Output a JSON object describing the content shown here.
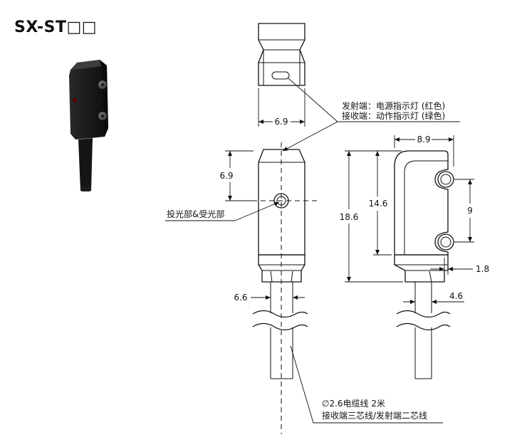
{
  "title": "SX-ST□□",
  "dimensions": {
    "top_width": "6.9",
    "side_width": "8.9",
    "front_height": "6.9",
    "lens_height": "14.6",
    "total_height": "18.6",
    "hole_pitch": "9",
    "offset": "1.8",
    "front_cable_width": "6.6",
    "side_cable_width": "4.6"
  },
  "labels": {
    "emitter": "发射端：电源指示灯 (红色)",
    "receiver": "接收端：动作指示灯 (绿色)",
    "lens": "投光部&受光部",
    "cable_spec": "∅2.6电缆线 2米",
    "cable_cores": "接收端三芯线/发射端二芯线"
  }
}
